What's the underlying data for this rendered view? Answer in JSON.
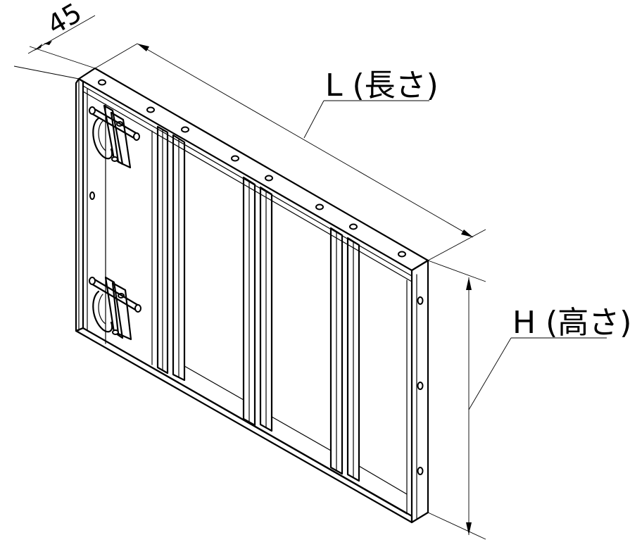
{
  "labels": {
    "depth": "45",
    "length": "L (長さ)",
    "height": "H (高さ)"
  },
  "colors": {
    "line": "#000000",
    "background": "#ffffff"
  }
}
